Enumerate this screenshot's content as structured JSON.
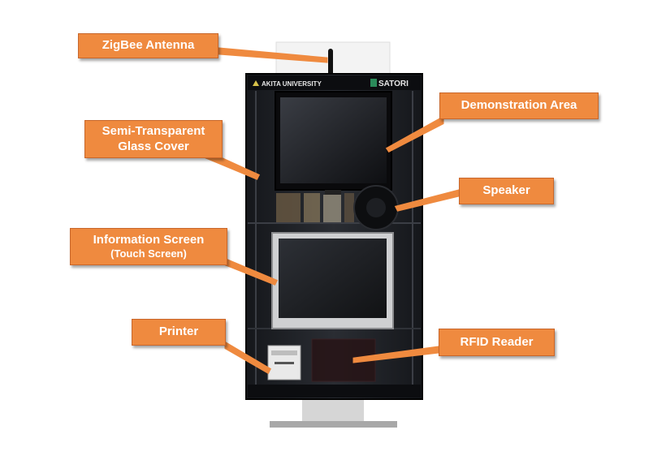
{
  "labels": {
    "zigbee": "ZigBee Antenna",
    "demo": "Demonstration Area",
    "glass_line1": "Semi-Transparent",
    "glass_line2": "Glass Cover",
    "speaker": "Speaker",
    "info_line1": "Information Screen",
    "info_line2": "(Touch Screen)",
    "printer": "Printer",
    "rfid": "RFID Reader"
  },
  "brands": {
    "left": "AKITA UNIVERSITY",
    "right": "SATORI"
  },
  "colors": {
    "callout_fill": "#ef8a3f",
    "callout_border": "#c8662a",
    "kiosk_body": "#1b1d22",
    "stand": "#c9c9c9"
  }
}
